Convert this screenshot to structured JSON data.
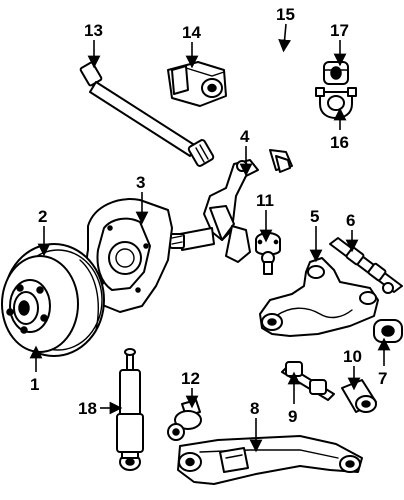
{
  "callouts": [
    "1",
    "2",
    "3",
    "4",
    "5",
    "6",
    "7",
    "8",
    "9",
    "10",
    "11",
    "12",
    "13",
    "14",
    "15",
    "16",
    "17",
    "18"
  ],
  "colors": {
    "ink": "#000000",
    "paper": "#ffffff"
  }
}
